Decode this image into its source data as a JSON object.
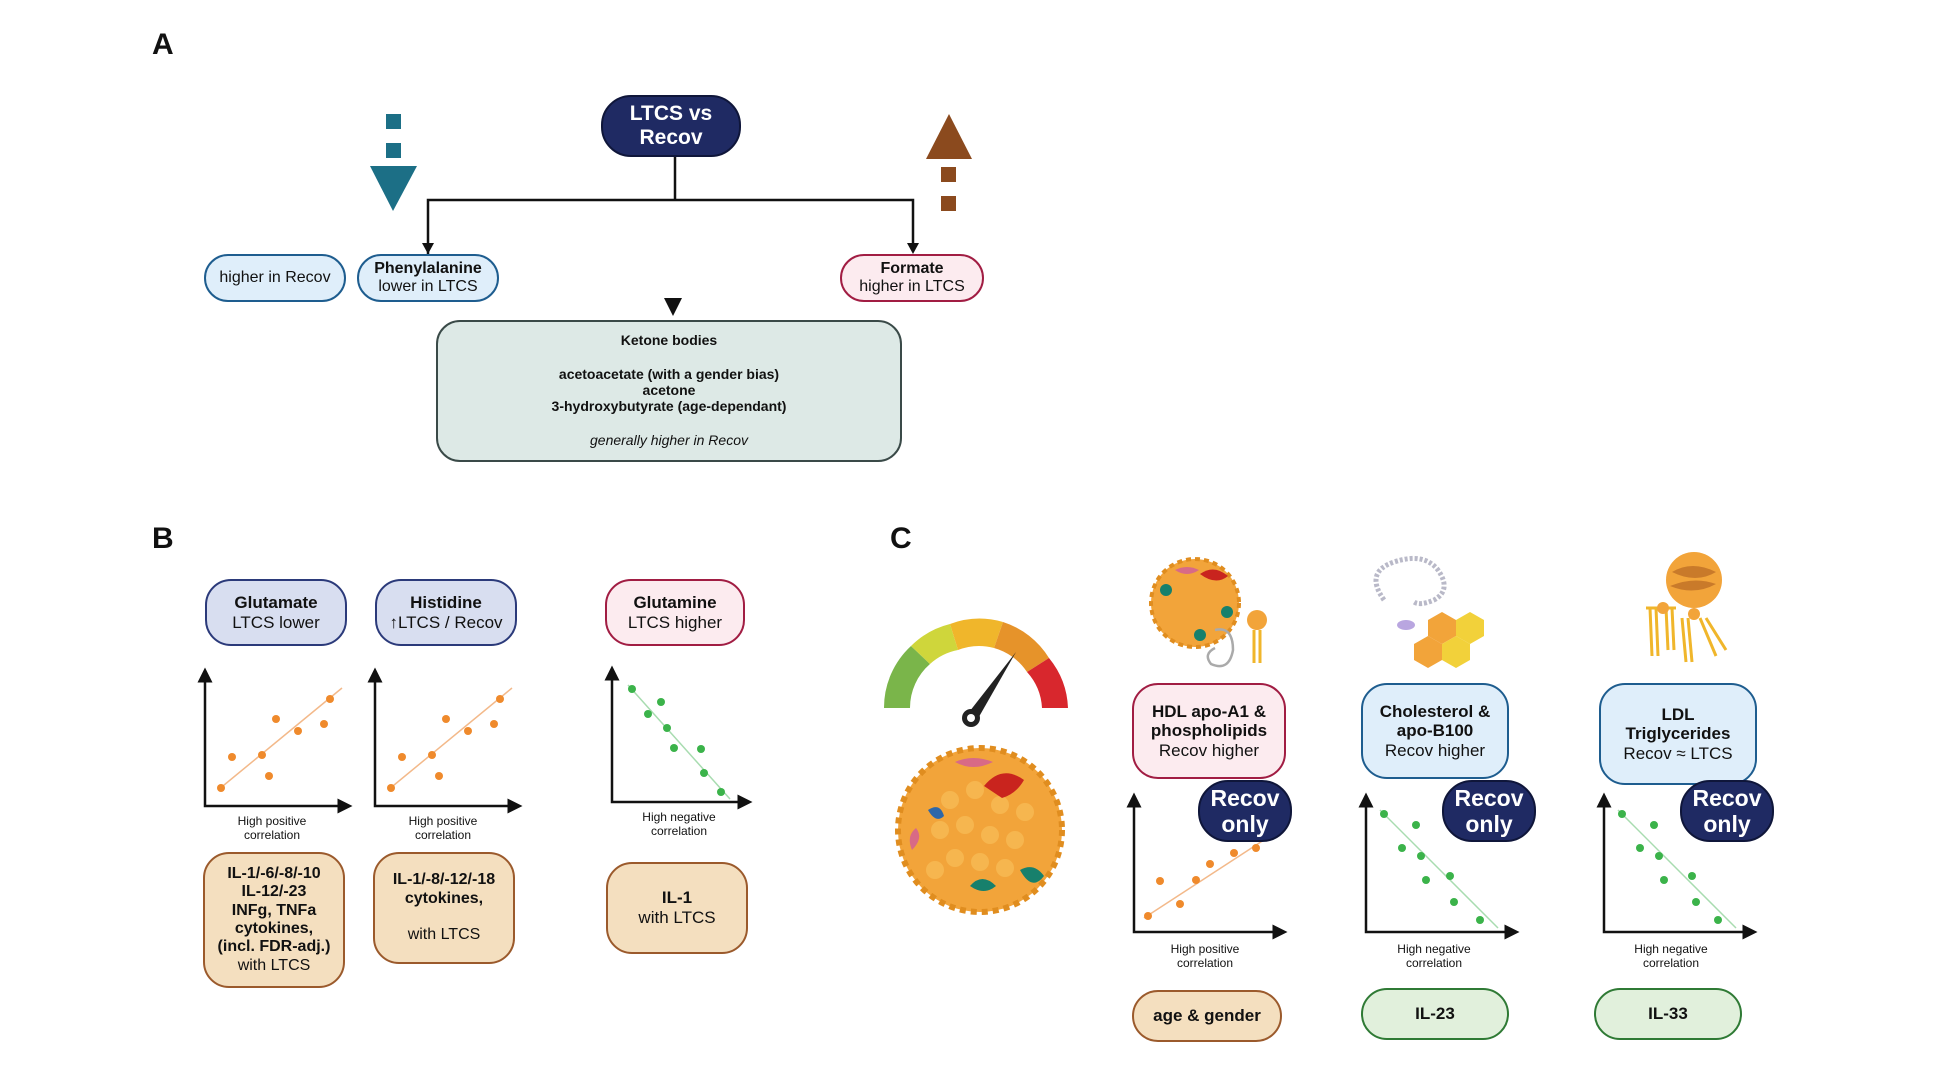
{
  "panel_labels": {
    "a": "A",
    "b": "B",
    "c": "C"
  },
  "panel_a": {
    "root": {
      "line1": "LTCS vs",
      "line2": "Recov"
    },
    "legend_left": "higher in Recov",
    "phenylalanine": {
      "name": "Phenylalanine",
      "note": "lower in LTCS"
    },
    "formate": {
      "name": "Formate",
      "note": "higher in LTCS"
    },
    "ketone": {
      "title": "Ketone bodies",
      "items": [
        "acetoacetate (with a gender bias)",
        "acetone",
        "3-hydroxybutyrate (age-dependant)"
      ],
      "note": "generally higher in Recov"
    }
  },
  "panel_b": {
    "metabolites": [
      {
        "name": "Glutamate",
        "note": "LTCS lower"
      },
      {
        "name": "Histidine",
        "note": "LTCS / Recov",
        "arrow": "↑"
      },
      {
        "name": "Glutamine",
        "note": "LTCS higher"
      }
    ],
    "captions": [
      {
        "line1": "High positive",
        "line2": "correlation"
      },
      {
        "line1": "High positive",
        "line2": "correlation"
      },
      {
        "line1": "High negative",
        "line2": "correlation"
      }
    ],
    "cytokines": [
      {
        "lines": [
          "IL-1/-6/-8/-10",
          "IL-12/-23",
          "INFg, TNFa",
          "cytokines,",
          "(incl. FDR-adj.)"
        ],
        "note": "with LTCS"
      },
      {
        "lines": [
          "IL-1/-8/-12/-18",
          "cytokines,"
        ],
        "note": "with LTCS"
      },
      {
        "lines": [
          "IL-1"
        ],
        "note": "with LTCS"
      }
    ]
  },
  "panel_c": {
    "lipoproteins": [
      {
        "lines": [
          "HDL apo-A1 &",
          "phospholipids"
        ],
        "note": "Recov higher"
      },
      {
        "lines": [
          "Cholesterol &",
          "apo-B100"
        ],
        "note": "Recov higher"
      },
      {
        "lines": [
          "LDL",
          "Triglycerides"
        ],
        "note": "Recov ≈ LTCS"
      }
    ],
    "badge": {
      "line1": "Recov",
      "line2": "only"
    },
    "captions": [
      {
        "line1": "High positive",
        "line2": "correlation"
      },
      {
        "line1": "High negative",
        "line2": "correlation"
      },
      {
        "line1": "High negative",
        "line2": "correlation"
      }
    ],
    "correlates": [
      "age & gender",
      "IL-23",
      "IL-33"
    ]
  },
  "colors": {
    "navy": "#1f2a63",
    "teal_arrow": "#1c6f86",
    "brown_arrow": "#8b4a1e",
    "orange_dot": "#ef8a2c",
    "green_dot": "#3bb34a"
  }
}
